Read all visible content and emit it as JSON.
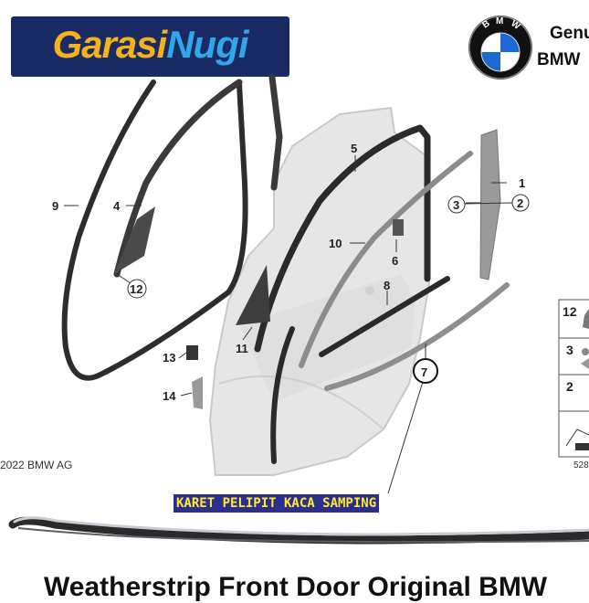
{
  "brand": {
    "logo_part1": "Garasi",
    "logo_part2": "Nugi",
    "logo_bg": "#1a2a63",
    "logo_color1": "#f6b21c",
    "logo_color2": "#2fa7e8"
  },
  "header": {
    "genuine_label": "Genu",
    "bmw_label": "BMW"
  },
  "bmw_roundel": {
    "letters": [
      "B",
      "M",
      "W"
    ],
    "blue": "#1c69d4",
    "ring": "#111111"
  },
  "diagram": {
    "copyright": "2022 BMW AG",
    "part_labels": {
      "p1": "1",
      "p2": "2",
      "p3": "3",
      "p4": "4",
      "p5": "5",
      "p6": "6",
      "p7": "7",
      "p8": "8",
      "p9": "9",
      "p10": "10",
      "p11": "11",
      "p12": "12",
      "p13": "13",
      "p14": "14"
    },
    "inset_labels": [
      "12",
      "3",
      "2"
    ],
    "ref_number": "528"
  },
  "caption": {
    "text": "KARET PELIPIT KACA SAMPING",
    "bg": "#2b2d8f",
    "color": "#ffea2e"
  },
  "footer": {
    "title": "Weatherstrip Front Door Original BMW"
  }
}
